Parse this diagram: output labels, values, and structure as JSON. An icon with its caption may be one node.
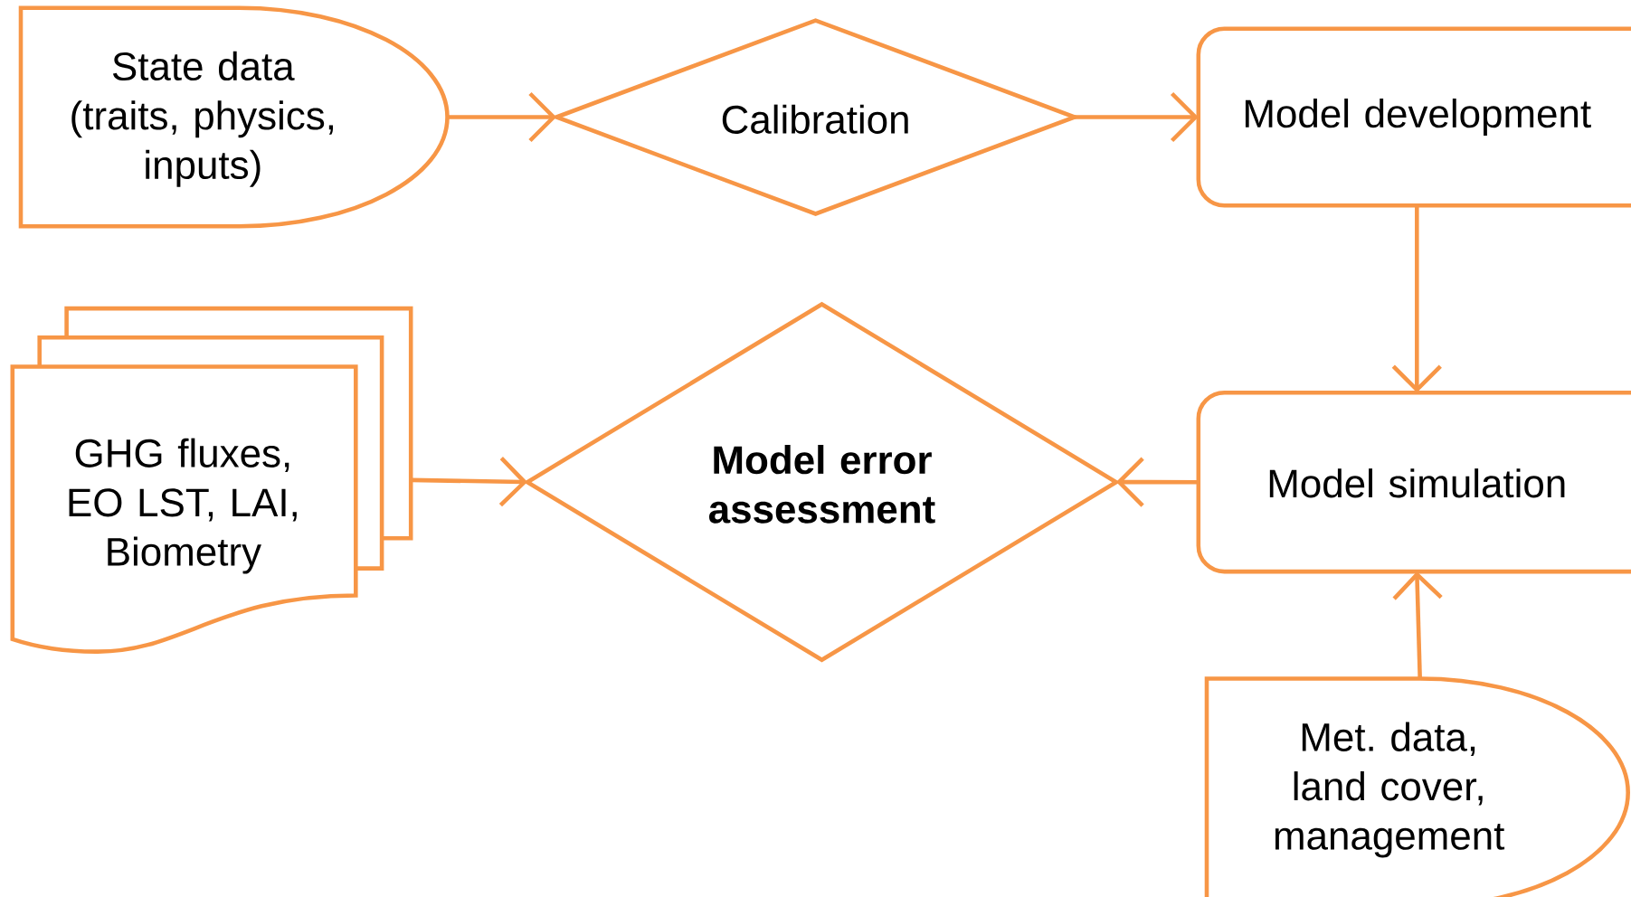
{
  "diagram": {
    "nodes": [
      {
        "text": [
          "State data (traits, physics, inputs)"
        ]
      },
      {
        "text": [
          "Calibration"
        ]
      },
      {
        "text": [
          "Model development"
        ]
      },
      {
        "text": [
          "Model simulation"
        ]
      },
      {
        "text": [
          "GHG fluxes, EO LST, LAI, Biometry"
        ]
      },
      {
        "text": [
          "Model error assessment"
        ]
      },
      {
        "text": [
          "Met. data, land cover, management"
        ]
      }
    ],
    "edges": [
      {
        "from": 0,
        "to": 1,
        "arrow": "to"
      },
      {
        "from": 1,
        "to": 2,
        "arrow": "to"
      },
      {
        "from": 2,
        "to": 3,
        "arrow": "to"
      },
      {
        "from": 3,
        "to": 5,
        "arrow": "to"
      },
      {
        "from": 4,
        "to": 5,
        "arrow": "to"
      },
      {
        "from": 6,
        "to": 3,
        "arrow": "to"
      }
    ]
  }
}
